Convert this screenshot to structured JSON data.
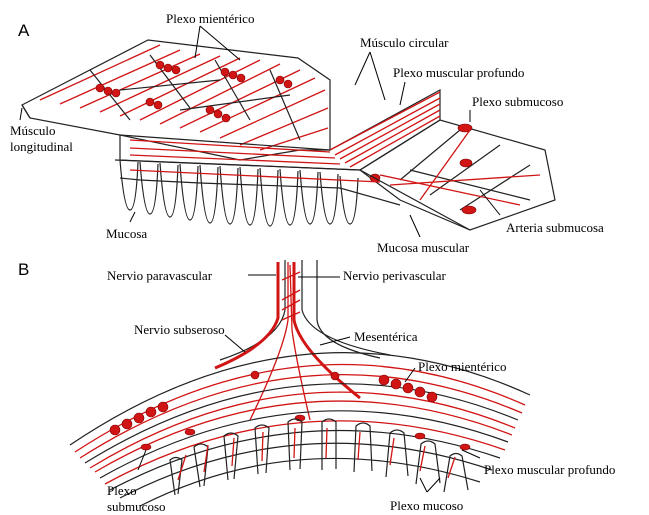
{
  "panels": {
    "a": "A",
    "b": "B"
  },
  "labels_a": {
    "myenteric_plexus": "Plexo mientérico",
    "circular_muscle": "Músculo circular",
    "deep_muscular_plexus": "Plexo muscular profundo",
    "submucosal_plexus": "Plexo submucoso",
    "longitudinal_muscle_1": "Músculo",
    "longitudinal_muscle_2": "longitudinal",
    "mucosa": "Mucosa",
    "submucosal_artery": "Arteria submucosa",
    "muscularis_mucosae": "Mucosa muscular"
  },
  "labels_b": {
    "paravascular_nerve": "Nervio paravascular",
    "perivascular_nerve": "Nervio perivascular",
    "subserosal_nerve": "Nervio subseroso",
    "mesenteric": "Mesentérica",
    "myenteric_plexus": "Plexo mientérico",
    "deep_muscular_plexus": "Plexo muscular profundo",
    "submucosal_plexus_1": "Plexo",
    "submucosal_plexus_2": "submucoso",
    "mucosal_plexus": "Plexo mucoso"
  },
  "colors": {
    "nerve": "#d11414",
    "outline": "#222222"
  }
}
